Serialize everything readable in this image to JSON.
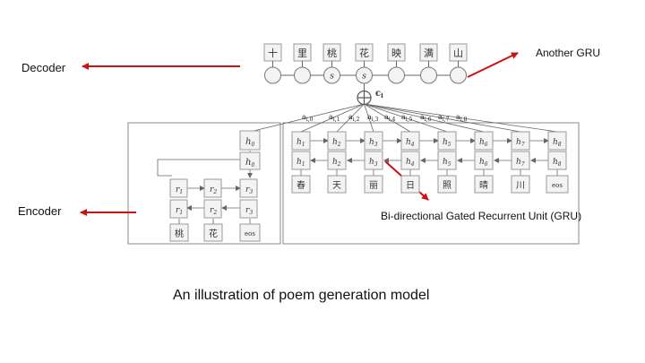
{
  "labels": {
    "decoder": "Decoder",
    "encoder": "Encoder",
    "another_gru": "Another GRU",
    "bigru": "Bi-directional Gated Recurrent Unit (GRU)",
    "caption": "An illustration of  poem generation model"
  },
  "decoder": {
    "outputs": [
      "十",
      "里",
      "桃",
      "花",
      "映",
      "满",
      "山"
    ],
    "state_symbol": "s",
    "context_label": "c",
    "context_sub": "i"
  },
  "attention_labels": [
    {
      "a": "a",
      "sub": "i,0"
    },
    {
      "a": "a",
      "sub": "i,1"
    },
    {
      "a": "a",
      "sub": "i,2"
    },
    {
      "a": "a",
      "sub": "i,3"
    },
    {
      "a": "a",
      "sub": "i,4"
    },
    {
      "a": "a",
      "sub": "i,5"
    },
    {
      "a": "a",
      "sub": "i,6"
    },
    {
      "a": "a",
      "sub": "i,7"
    },
    {
      "a": "a",
      "sub": "i,8"
    }
  ],
  "left_encoder": {
    "state_top": {
      "sym": "h",
      "sub": "0"
    },
    "state_bottom": {
      "sym": "h",
      "sub": "0"
    },
    "r_row": [
      {
        "sym": "r",
        "sub": "1"
      },
      {
        "sym": "r",
        "sub": "2"
      },
      {
        "sym": "r",
        "sub": "3"
      }
    ],
    "rb_row": [
      {
        "sym": "r",
        "sub": "1"
      },
      {
        "sym": "r",
        "sub": "2"
      },
      {
        "sym": "r",
        "sub": "3"
      }
    ],
    "inputs": [
      "桃",
      "花",
      "eos"
    ]
  },
  "right_encoder": {
    "top_row": [
      {
        "sym": "h",
        "sub": "1"
      },
      {
        "sym": "h",
        "sub": "2"
      },
      {
        "sym": "h",
        "sub": "3"
      },
      {
        "sym": "h",
        "sub": "4"
      },
      {
        "sym": "h",
        "sub": "5"
      },
      {
        "sym": "h",
        "sub": "6"
      },
      {
        "sym": "h",
        "sub": "7"
      },
      {
        "sym": "h",
        "sub": "8"
      }
    ],
    "bottom_row": [
      {
        "sym": "h",
        "sub": "1"
      },
      {
        "sym": "h",
        "sub": "2"
      },
      {
        "sym": "h",
        "sub": "3"
      },
      {
        "sym": "h",
        "sub": "4"
      },
      {
        "sym": "h",
        "sub": "5"
      },
      {
        "sym": "h",
        "sub": "6"
      },
      {
        "sym": "h",
        "sub": "7"
      },
      {
        "sym": "h",
        "sub": "8"
      }
    ],
    "inputs": [
      "春",
      "天",
      "丽",
      "日",
      "照",
      "晴",
      "川",
      "eos"
    ]
  },
  "colors": {
    "arrow_red": "#cc1111",
    "line_gray": "#666666",
    "box_border": "#888888",
    "cell_fill": "#f3f3f3"
  }
}
